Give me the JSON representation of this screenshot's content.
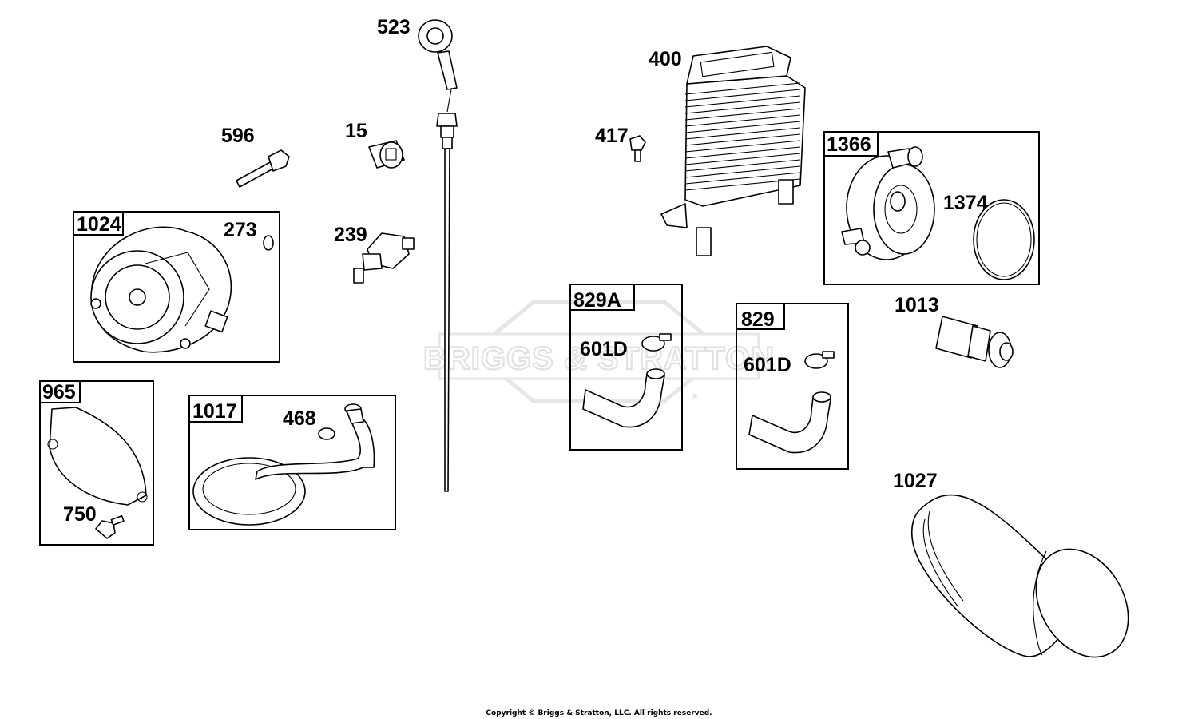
{
  "watermark": {
    "text": "BRIGGS & STRATTON",
    "mark": "®"
  },
  "callouts": {
    "p523": "523",
    "p400": "400",
    "p596": "596",
    "p15": "15",
    "p417": "417",
    "p273": "273",
    "p239": "239",
    "p1374": "1374",
    "p1013": "1013",
    "p468": "468",
    "p750": "750",
    "p1027": "1027",
    "p601d_a": "601D",
    "p601d_b": "601D"
  },
  "boxes": {
    "b1024": "1024",
    "b965": "965",
    "b1017": "1017",
    "b829a": "829A",
    "b829": "829",
    "b1366": "1366"
  },
  "footer": {
    "copyright": "Copyright © Briggs & Stratton, LLC. All rights reserved."
  }
}
